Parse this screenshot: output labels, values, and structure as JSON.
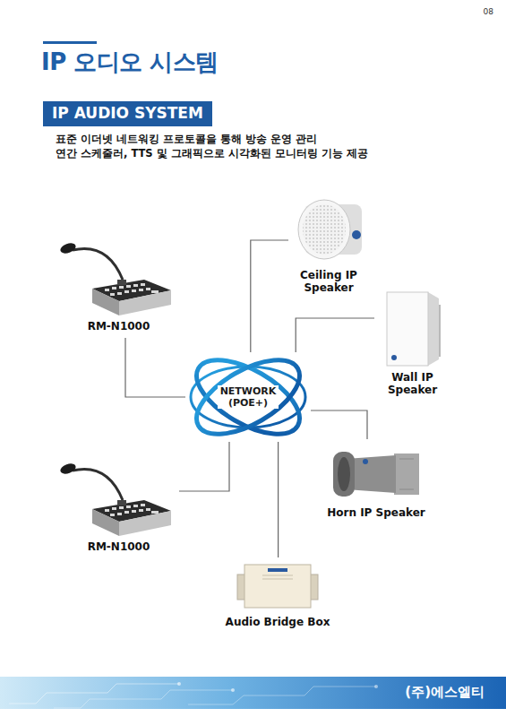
{
  "diagram": {
    "title": "IP 오디오 시스템",
    "nodes": [
      {
        "text": [
          "IP AUDIO SYSTEM"
        ]
      },
      {
        "text": [
          "Ceiling IP Speaker"
        ]
      },
      {
        "text": [
          "RM-N1000"
        ]
      },
      {
        "text": [
          "Wall IP Speaker"
        ]
      },
      {
        "text": [
          "NETWORK (POE+)"
        ]
      },
      {
        "text": [
          "Horn IP Speaker"
        ]
      },
      {
        "text": [
          "RM-N1000"
        ]
      },
      {
        "text": [
          "Audio Bridge Box"
        ]
      }
    ],
    "edges": [
      {
        "from": 4,
        "to": 1,
        "arrow": "none"
      },
      {
        "from": 4,
        "to": 2,
        "arrow": "none"
      },
      {
        "from": 4,
        "to": 3,
        "arrow": "none"
      },
      {
        "from": 4,
        "to": 5,
        "arrow": "none"
      },
      {
        "from": 4,
        "to": 6,
        "arrow": "none"
      },
      {
        "from": 4,
        "to": 7,
        "arrow": "none"
      }
    ],
    "labels": [
      "08",
      "표준 이더넷 네트워킹 프로토콜을 통해 방송 운영 관리",
      "연간 스케줄러, TTS 및 그래픽으로 시각화된 모니터링 기능 제공",
      "(주)에스엘티"
    ]
  }
}
